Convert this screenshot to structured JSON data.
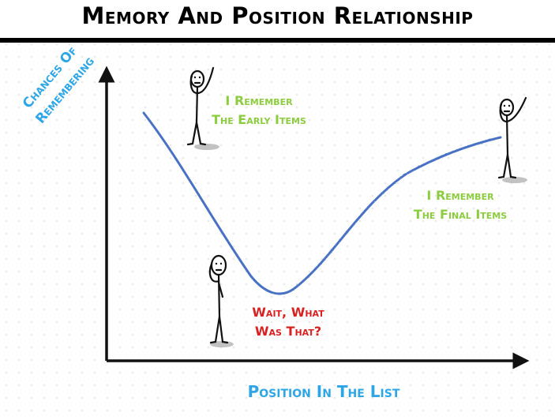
{
  "title": "Memory And Position Relationship",
  "axes": {
    "y_label_line1": "Chances Of",
    "y_label_line2": "Remembering",
    "x_label": "Position In The List"
  },
  "annotations": {
    "early_line1": "I Remember",
    "early_line2": "The Early Items",
    "final_line1": "I Remember",
    "final_line2": "The Final Items",
    "middle_line1": "Wait, What",
    "middle_line2": "Was That?"
  },
  "colors": {
    "title": "#000000",
    "axis": "#111111",
    "curve": "#4a72c4",
    "axis_labels": "#2ea6e6",
    "remember_text": "#8ccc3f",
    "forget_text": "#d92121"
  },
  "figures": [
    {
      "name": "early-items-figure",
      "pose": "hand-raised"
    },
    {
      "name": "forgetting-figure",
      "pose": "scratching-head"
    },
    {
      "name": "final-items-figure",
      "pose": "hand-raised"
    }
  ]
}
